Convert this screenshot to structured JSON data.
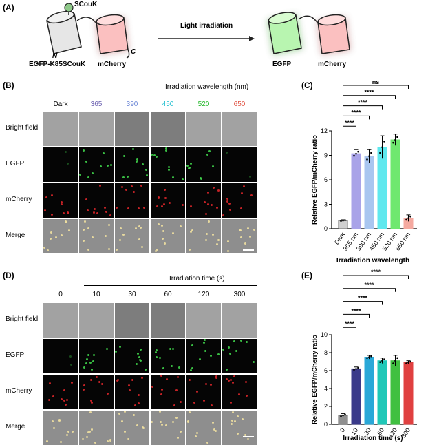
{
  "panels": {
    "A": "(A)",
    "B": "(B)",
    "C": "(C)",
    "D": "(D)",
    "E": "(E)"
  },
  "schematic": {
    "scouk": "SCouK",
    "n_term": "N",
    "c_term": "C",
    "construct": "EGFP-K85SCouK",
    "mcherry_left": "mCherry",
    "arrow_label": "Light irradiation",
    "egfp": "EGFP",
    "mcherry_right": "mCherry"
  },
  "grid_b": {
    "header": "Irradiation wavelength (nm)",
    "columns": [
      "Dark",
      "365",
      "390",
      "450",
      "520",
      "650"
    ],
    "column_colors": [
      "#000000",
      "#6a5fb0",
      "#6a86d6",
      "#1fbfcf",
      "#22b82a",
      "#e05040"
    ],
    "rows": [
      "Bright field",
      "EGFP",
      "mCherry",
      "Merge"
    ]
  },
  "grid_d": {
    "header": "Irradiation time (s)",
    "columns": [
      "0",
      "10",
      "30",
      "60",
      "120",
      "300"
    ],
    "rows": [
      "Bright field",
      "EGFP",
      "mCherry",
      "Merge"
    ]
  },
  "chart_data": [
    {
      "type": "bar",
      "panel": "C",
      "categories": [
        "Dark",
        "365 nm",
        "390 nm",
        "450 nm",
        "520 nm",
        "650 nm"
      ],
      "values": [
        1.0,
        9.2,
        8.9,
        10.0,
        10.9,
        1.3
      ],
      "errors": [
        0.1,
        0.5,
        0.8,
        1.4,
        0.7,
        0.4
      ],
      "colors": [
        "#d0d0d0",
        "#a9a3e8",
        "#a9c6f0",
        "#5fe8ee",
        "#6fe86f",
        "#f5a9a0"
      ],
      "xlabel": "Irradiation wavelength",
      "ylabel": "Relative EGFP/mCherry ratio",
      "ylim": [
        0,
        12
      ],
      "yticks": [
        0,
        3,
        6,
        9,
        12
      ],
      "significance": [
        "****",
        "****",
        "****",
        "****",
        "ns"
      ]
    },
    {
      "type": "bar",
      "panel": "E",
      "categories": [
        "0",
        "10",
        "30",
        "60",
        "120",
        "300"
      ],
      "values": [
        1.0,
        6.2,
        7.5,
        7.1,
        7.1,
        6.9
      ],
      "errors": [
        0.2,
        0.2,
        0.2,
        0.3,
        0.6,
        0.2
      ],
      "colors": [
        "#909090",
        "#3a3a8a",
        "#2aa8d8",
        "#20c8b8",
        "#40c040",
        "#e04040"
      ],
      "xlabel": "Irradiation time (s)",
      "ylabel": "Relative EGFP/mCherry ratio",
      "ylim": [
        0,
        10
      ],
      "yticks": [
        0,
        2,
        4,
        6,
        8,
        10
      ],
      "significance": [
        "****",
        "****",
        "****",
        "****",
        "****"
      ]
    }
  ]
}
